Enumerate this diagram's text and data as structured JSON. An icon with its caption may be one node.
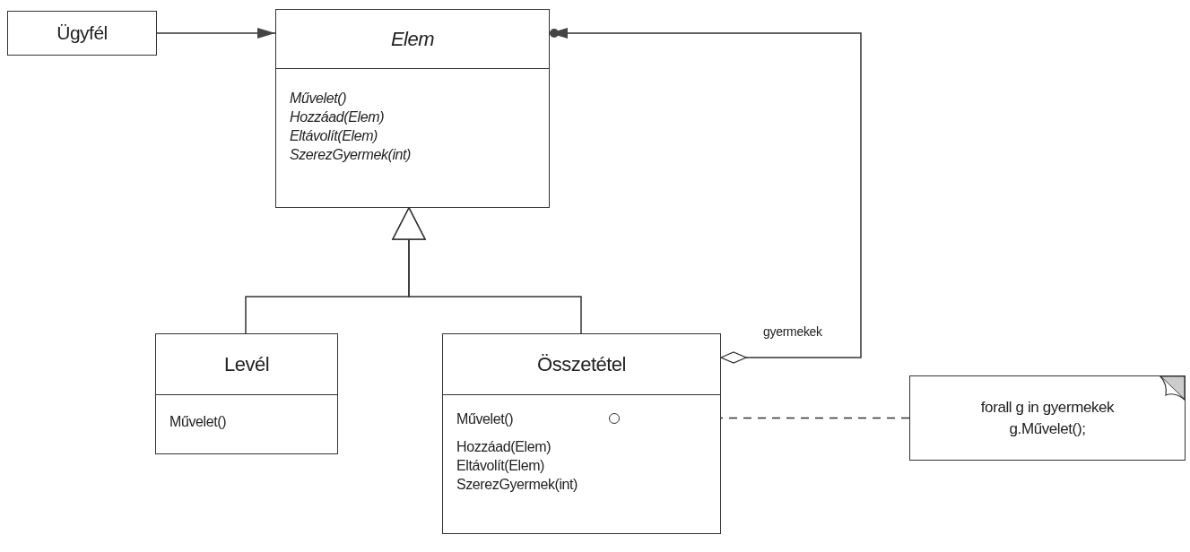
{
  "diagram": {
    "nodes": [
      {
        "text": [
          "Ügyfél"
        ]
      },
      {
        "text": [
          "Elem",
          "Művelet()",
          "Hozzáad(Elem)",
          "Eltávolít(Elem)",
          "SzerezGyermek(int)"
        ]
      },
      {
        "text": [
          "Levél",
          "Művelet()"
        ]
      },
      {
        "text": [
          "Összetétel",
          "Művelet()",
          "Hozzáad(Elem)",
          "Eltávolít(Elem)",
          "SzerezGyermek(int)"
        ]
      },
      {
        "text": [
          "forall g in gyermekek",
          "g.Művelet();"
        ]
      },
      {
        "text": [],
        "shape": "circle",
        "in": 3
      }
    ],
    "edges": [
      {
        "from": 0,
        "to": 1,
        "arrow": "to"
      },
      {
        "from": 3,
        "to": 1,
        "arrow": "to",
        "label": "gyermekek"
      },
      {
        "from": 2,
        "to": 1,
        "arrow": "to"
      },
      {
        "from": 3,
        "to": 1,
        "arrow": "to"
      },
      {
        "from": 4,
        "to": 5,
        "arrow": "none",
        "style": "dashed"
      }
    ]
  }
}
